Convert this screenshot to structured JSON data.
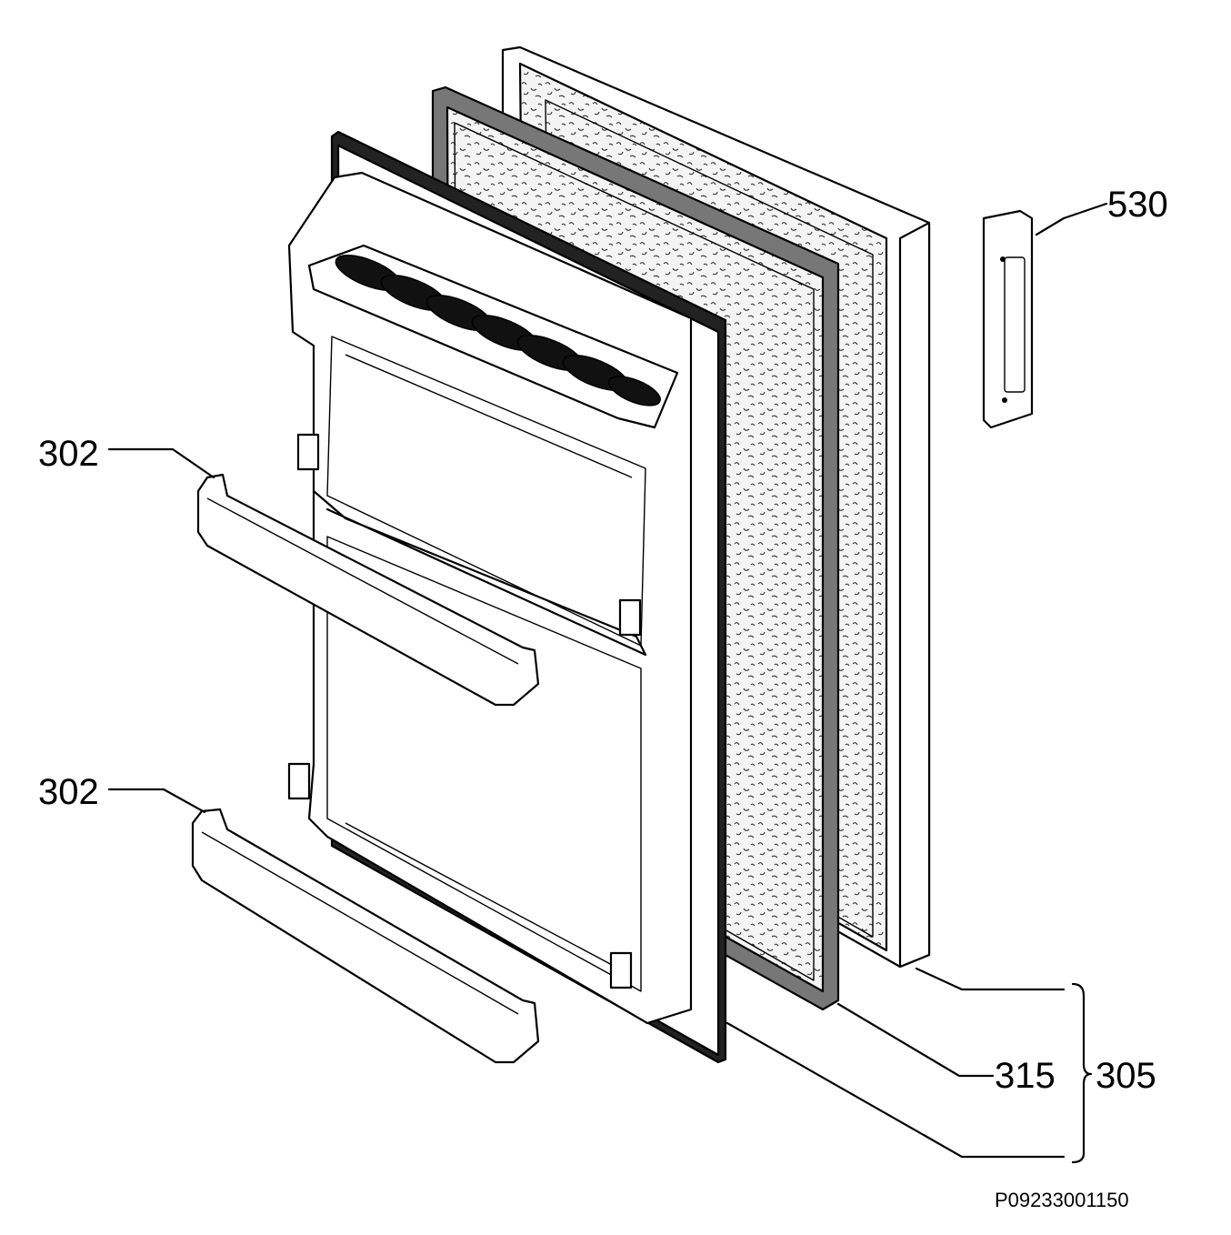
{
  "callouts": {
    "handle_top": "302",
    "handle_bottom": "302",
    "hinge_cover": "530",
    "inner_liner": "315",
    "door_assembly": "305"
  },
  "footer": {
    "drawing_code": "P09233001150"
  },
  "colors": {
    "line": "#000000",
    "background": "#ffffff",
    "insulation_fill": "#f4f4f4"
  }
}
